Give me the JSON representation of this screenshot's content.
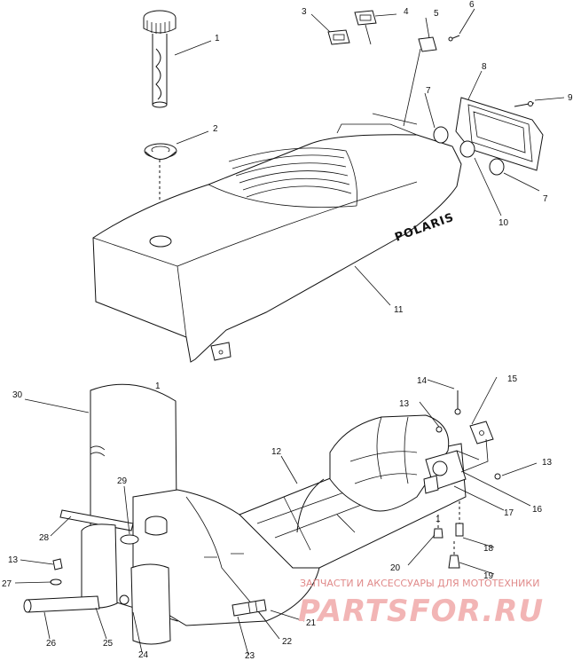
{
  "brand_logo": "POLARIS",
  "callouts": {
    "c1": "1",
    "c2": "2",
    "c3": "3",
    "c4": "4",
    "c5": "5",
    "c6": "6",
    "c7a": "7",
    "c7b": "7",
    "c8": "8",
    "c9": "9",
    "c10": "10",
    "c11": "11",
    "c1b": "1",
    "c12": "12",
    "c13a": "13",
    "c13b": "13",
    "c13c": "13",
    "c14": "14",
    "c15": "15",
    "c16": "16",
    "c17": "17",
    "c18": "18",
    "c19": "19",
    "c20": "20",
    "c1c": "1",
    "c21": "21",
    "c22": "22",
    "c23": "23",
    "c24": "24",
    "c25": "25",
    "c26": "26",
    "c27": "27",
    "c28": "28",
    "c29": "29",
    "c30": "30"
  },
  "watermark": {
    "tagline": "ЗАПЧАСТИ И АКСЕССУАРЫ ДЛЯ МОТОТЕХНИКИ",
    "site": "PARTSFOR.RU"
  }
}
